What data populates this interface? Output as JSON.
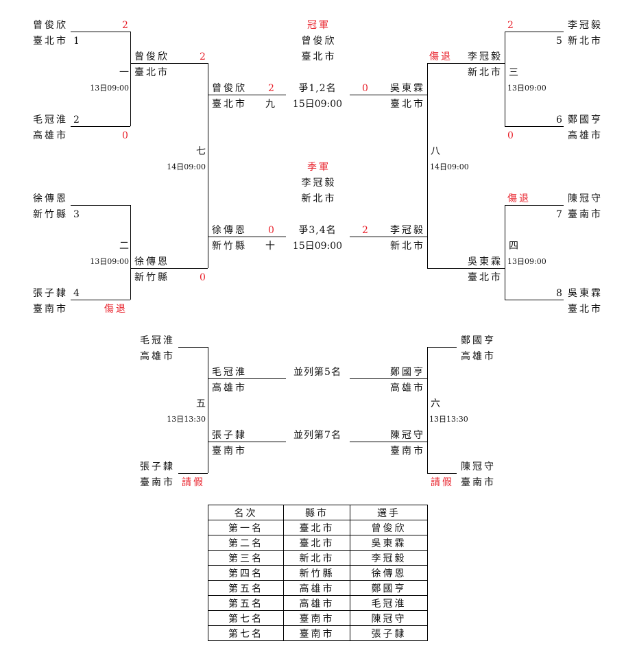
{
  "colors": {
    "accent_red": "#e8202a",
    "line": "#000000"
  },
  "titles": {
    "champion": "冠軍",
    "third": "季軍"
  },
  "champion": {
    "name": "曾俊欣",
    "city": "臺北市"
  },
  "third_place": {
    "name": "李冠毅",
    "city": "新北市"
  },
  "seeds": [
    {
      "seed": "1",
      "name": "曾俊欣",
      "city": "臺北市",
      "score": "2"
    },
    {
      "seed": "2",
      "name": "毛冠淮",
      "city": "高雄市",
      "score": "0"
    },
    {
      "seed": "3",
      "name": "徐傳恩",
      "city": "新竹縣",
      "score": ""
    },
    {
      "seed": "4",
      "name": "張子隸",
      "city": "臺南市",
      "score": "傷退"
    },
    {
      "seed": "5",
      "name": "李冠毅",
      "city": "新北市",
      "score": "2"
    },
    {
      "seed": "6",
      "name": "鄭國亨",
      "city": "高雄市",
      "score": "0"
    },
    {
      "seed": "7",
      "name": "陳冠守",
      "city": "臺南市",
      "score": "傷退"
    },
    {
      "seed": "8",
      "name": "吳東霖",
      "city": "臺北市",
      "score": ""
    }
  ],
  "matches": {
    "m1": {
      "label": "一",
      "time": "13日09:00"
    },
    "m2": {
      "label": "二",
      "time": "13日09:00"
    },
    "m3": {
      "label": "三",
      "time": "13日09:00"
    },
    "m4": {
      "label": "四",
      "time": "13日09:00"
    },
    "m5": {
      "label": "五",
      "time": "13日13:30"
    },
    "m6": {
      "label": "六",
      "time": "13日13:30"
    },
    "m7": {
      "label": "七",
      "time": "14日09:00"
    },
    "m8": {
      "label": "八",
      "time": "14日09:00"
    },
    "m9": {
      "label": "九",
      "title": "爭1,2名",
      "time": "15日09:00"
    },
    "m10": {
      "label": "十",
      "title": "爭3,4名",
      "time": "15日09:00"
    }
  },
  "semis": {
    "w1": {
      "name": "曾俊欣",
      "city": "臺北市",
      "score": "2"
    },
    "w2": {
      "name": "徐傳恩",
      "city": "新竹縣",
      "score": "0"
    },
    "w3": {
      "name": "李冠毅",
      "city": "新北市",
      "score": "傷退"
    },
    "w4": {
      "name": "吳東霖",
      "city": "臺北市",
      "score": ""
    }
  },
  "final": {
    "left": {
      "name": "曾俊欣",
      "city": "臺北市",
      "score": "2"
    },
    "right": {
      "name": "吳東霖",
      "city": "臺北市",
      "score": "0"
    }
  },
  "bronze": {
    "left": {
      "name": "徐傳恩",
      "city": "新竹縣",
      "score": "0"
    },
    "right": {
      "name": "李冠毅",
      "city": "新北市",
      "score": "2"
    }
  },
  "consolation": {
    "left": {
      "top": {
        "name": "毛冠淮",
        "city": "高雄市"
      },
      "bottom": {
        "name": "張子隸",
        "city": "臺南市",
        "note": "請假"
      },
      "out1": {
        "name": "毛冠淮",
        "city": "高雄市"
      },
      "out2": {
        "name": "張子隸",
        "city": "臺南市"
      }
    },
    "right": {
      "top": {
        "name": "鄭國亨",
        "city": "高雄市"
      },
      "bottom": {
        "name": "陳冠守",
        "city": "臺南市",
        "note": "請假"
      },
      "out1": {
        "name": "鄭國亨",
        "city": "高雄市"
      },
      "out2": {
        "name": "陳冠守",
        "city": "臺南市"
      }
    },
    "tie5": "並列第5名",
    "tie7": "並列第7名"
  },
  "results_table": {
    "headers": [
      "名次",
      "縣市",
      "選手"
    ],
    "rows": [
      [
        "第一名",
        "臺北市",
        "曾俊欣"
      ],
      [
        "第二名",
        "臺北市",
        "吳東霖"
      ],
      [
        "第三名",
        "新北市",
        "李冠毅"
      ],
      [
        "第四名",
        "新竹縣",
        "徐傳恩"
      ],
      [
        "第五名",
        "高雄市",
        "鄭國亨"
      ],
      [
        "第五名",
        "高雄市",
        "毛冠淮"
      ],
      [
        "第七名",
        "臺南市",
        "陳冠守"
      ],
      [
        "第七名",
        "臺南市",
        "張子隸"
      ]
    ]
  }
}
